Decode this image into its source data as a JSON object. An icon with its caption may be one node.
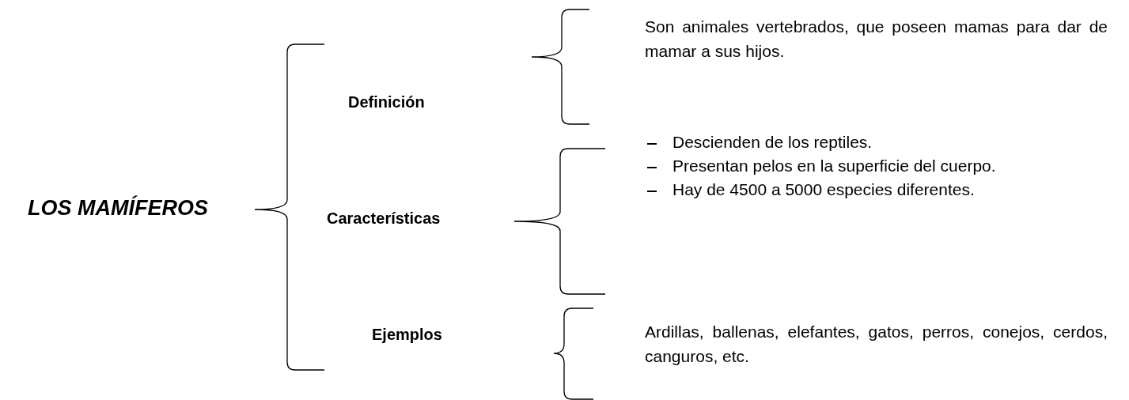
{
  "diagram": {
    "nodes": [
      {
        "text": [
          "LOS MAMÍFEROS"
        ]
      },
      {
        "text": [
          "Definición"
        ]
      },
      {
        "text": [
          "Son animales vertebrados, que poseen mamas para dar de mamar a sus hijos."
        ]
      },
      {
        "text": [
          "Características"
        ]
      },
      {
        "text": [
          "Descienden de los reptiles.",
          "Presentan pelos en la superficie del cuerpo.",
          "Hay de 4500 a 5000 especies diferentes."
        ]
      },
      {
        "text": [
          "Ejemplos"
        ]
      },
      {
        "text": [
          "Ardillas, ballenas, elefantes, gatos, perros, conejos, cerdos, canguros, etc."
        ]
      }
    ]
  }
}
